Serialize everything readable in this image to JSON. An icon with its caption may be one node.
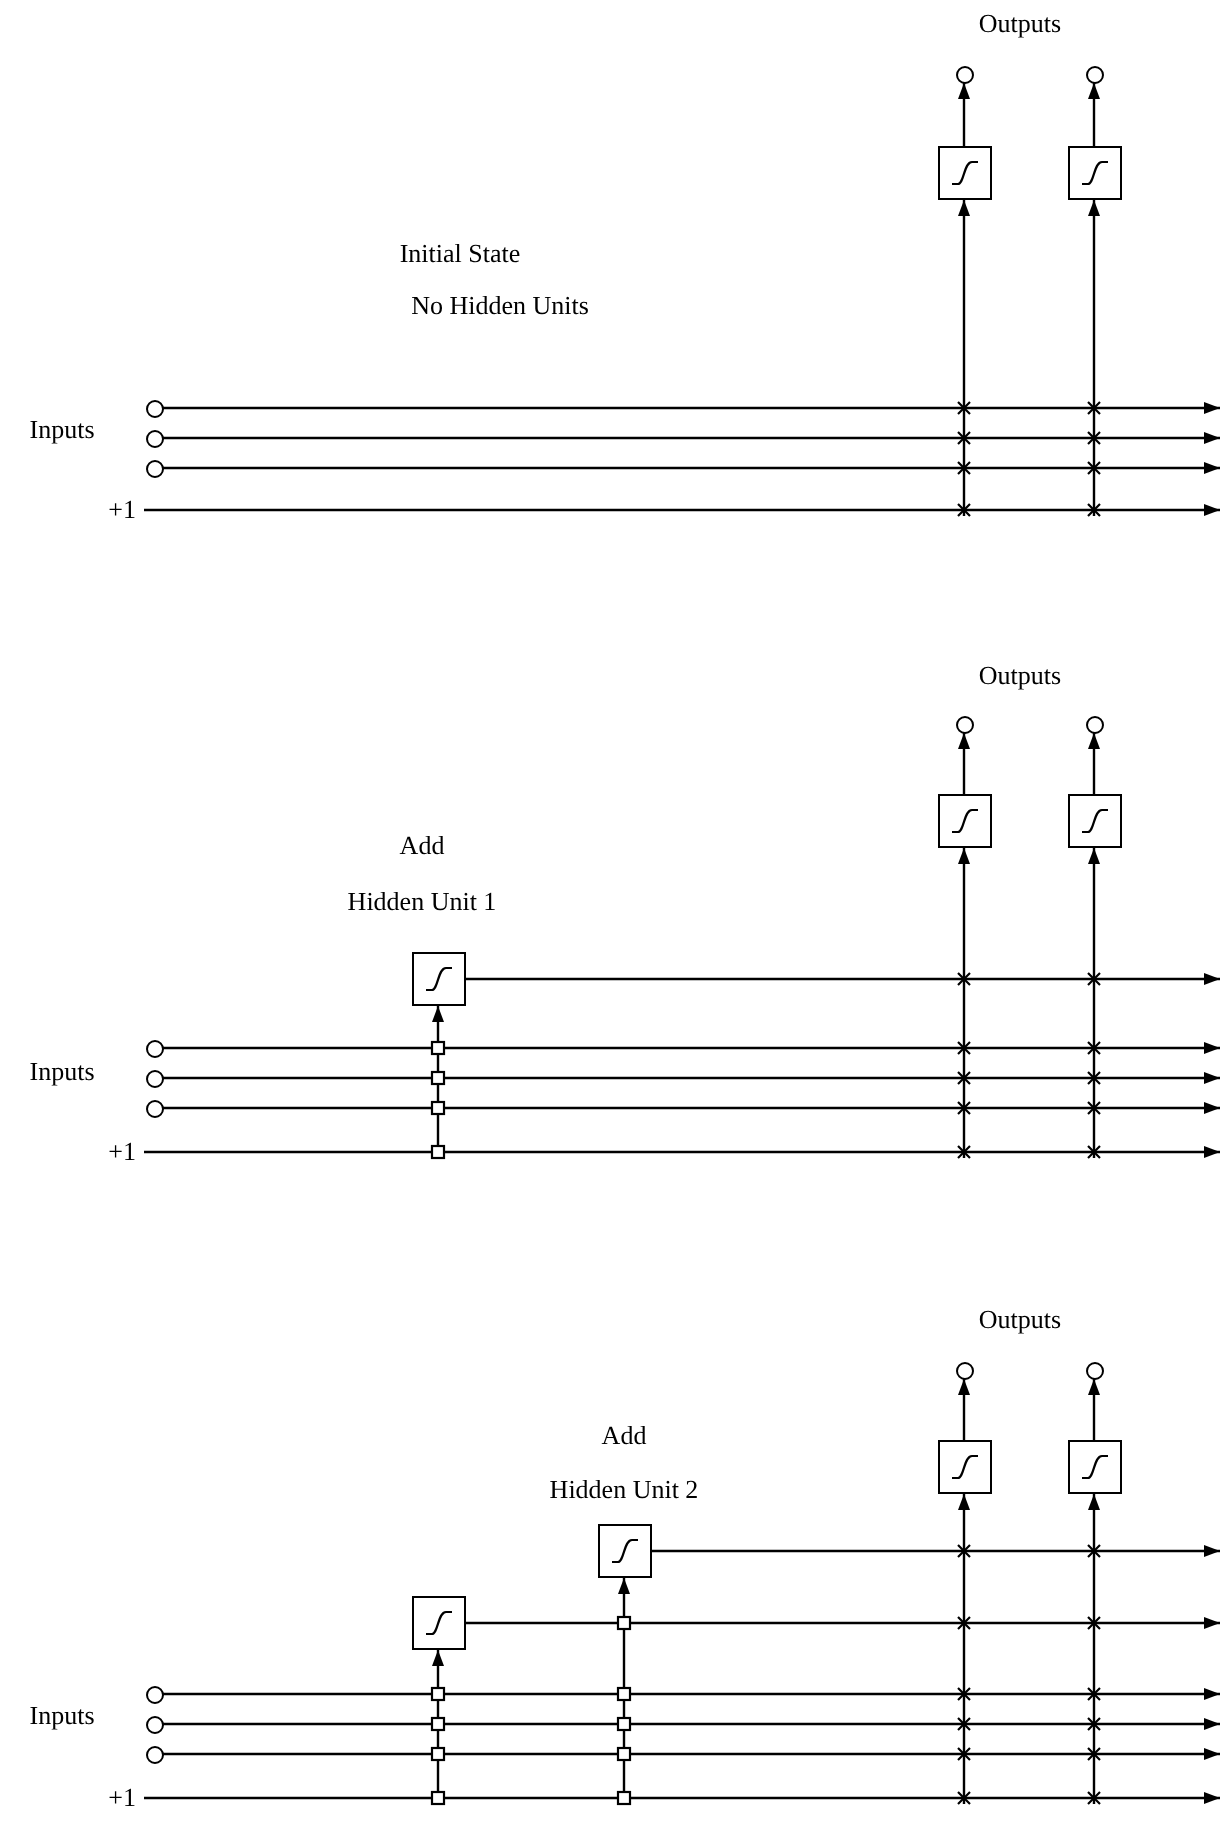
{
  "diagram": {
    "nodes": [
      {
        "text": [],
        "shape": "circle"
      },
      {
        "text": [],
        "shape": "circle"
      },
      {
        "text": [],
        "shape": "box"
      },
      {
        "text": [],
        "shape": "box"
      },
      {
        "text": [],
        "shape": "circle"
      },
      {
        "text": [],
        "shape": "circle"
      },
      {
        "text": [],
        "shape": "circle"
      },
      {
        "text": [
          "+1"
        ]
      },
      {
        "text": [],
        "shape": "circle"
      },
      {
        "text": [],
        "shape": "circle"
      },
      {
        "text": [],
        "shape": "box"
      },
      {
        "text": [],
        "shape": "box"
      },
      {
        "text": [],
        "shape": "box"
      },
      {
        "text": [],
        "shape": "circle"
      },
      {
        "text": [],
        "shape": "circle"
      },
      {
        "text": [],
        "shape": "circle"
      },
      {
        "text": [
          "+1"
        ]
      },
      {
        "text": [],
        "shape": "circle"
      },
      {
        "text": [],
        "shape": "circle"
      },
      {
        "text": [],
        "shape": "box"
      },
      {
        "text": [],
        "shape": "box"
      },
      {
        "text": [],
        "shape": "box"
      },
      {
        "text": [],
        "shape": "box"
      },
      {
        "text": [],
        "shape": "circle"
      },
      {
        "text": [],
        "shape": "circle"
      },
      {
        "text": [],
        "shape": "circle"
      },
      {
        "text": [
          "+1"
        ]
      }
    ],
    "edges": [
      {
        "from": 2,
        "to": 0,
        "arrow": "to"
      },
      {
        "from": 3,
        "to": 1,
        "arrow": "to"
      },
      {
        "from": null,
        "to": 2,
        "arrow": "to"
      },
      {
        "from": null,
        "to": 3,
        "arrow": "to"
      },
      {
        "from": 4,
        "to": null,
        "arrow": "to"
      },
      {
        "from": 5,
        "to": null,
        "arrow": "to"
      },
      {
        "from": 6,
        "to": null,
        "arrow": "to"
      },
      {
        "from": 7,
        "to": null,
        "arrow": "to"
      },
      {
        "from": 10,
        "to": 8,
        "arrow": "to"
      },
      {
        "from": 11,
        "to": 9,
        "arrow": "to"
      },
      {
        "from": null,
        "to": 10,
        "arrow": "to"
      },
      {
        "from": null,
        "to": 11,
        "arrow": "to"
      },
      {
        "from": null,
        "to": 12,
        "arrow": "to"
      },
      {
        "from": 12,
        "to": null,
        "arrow": "to"
      },
      {
        "from": 13,
        "to": null,
        "arrow": "to"
      },
      {
        "from": 14,
        "to": null,
        "arrow": "to"
      },
      {
        "from": 15,
        "to": null,
        "arrow": "to"
      },
      {
        "from": 16,
        "to": null,
        "arrow": "to"
      },
      {
        "from": 19,
        "to": 17,
        "arrow": "to"
      },
      {
        "from": 20,
        "to": 18,
        "arrow": "to"
      },
      {
        "from": null,
        "to": 19,
        "arrow": "to"
      },
      {
        "from": null,
        "to": 20,
        "arrow": "to"
      },
      {
        "from": null,
        "to": 21,
        "arrow": "to"
      },
      {
        "from": 21,
        "to": null,
        "arrow": "to"
      },
      {
        "from": null,
        "to": 22,
        "arrow": "to"
      },
      {
        "from": 22,
        "to": null,
        "arrow": "to"
      },
      {
        "from": 23,
        "to": null,
        "arrow": "to"
      },
      {
        "from": 24,
        "to": null,
        "arrow": "to"
      },
      {
        "from": 25,
        "to": null,
        "arrow": "to"
      },
      {
        "from": 26,
        "to": null,
        "arrow": "to"
      }
    ],
    "labels": [
      "Outputs",
      "Initial State",
      "No Hidden Units",
      "Inputs",
      "Outputs",
      "Add",
      "Hidden Unit 1",
      "Inputs",
      "Outputs",
      "Add",
      "Hidden Unit 2",
      "Inputs"
    ]
  }
}
